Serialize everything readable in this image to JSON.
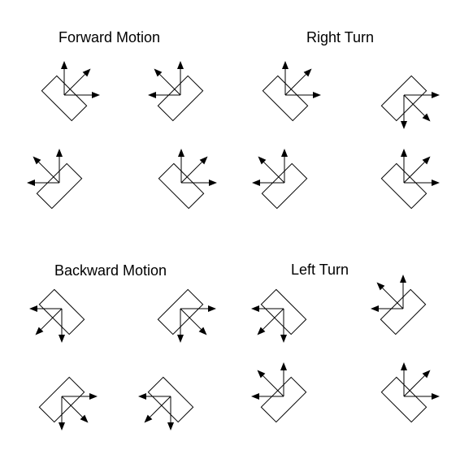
{
  "colors": {
    "stroke": "#000000",
    "background": "#ffffff"
  },
  "groups": [
    {
      "key": "forward",
      "title": "Forward Motion"
    },
    {
      "key": "right",
      "title": "Right Turn"
    },
    {
      "key": "backward",
      "title": "Backward Motion"
    },
    {
      "key": "left",
      "title": "Left Turn"
    }
  ]
}
